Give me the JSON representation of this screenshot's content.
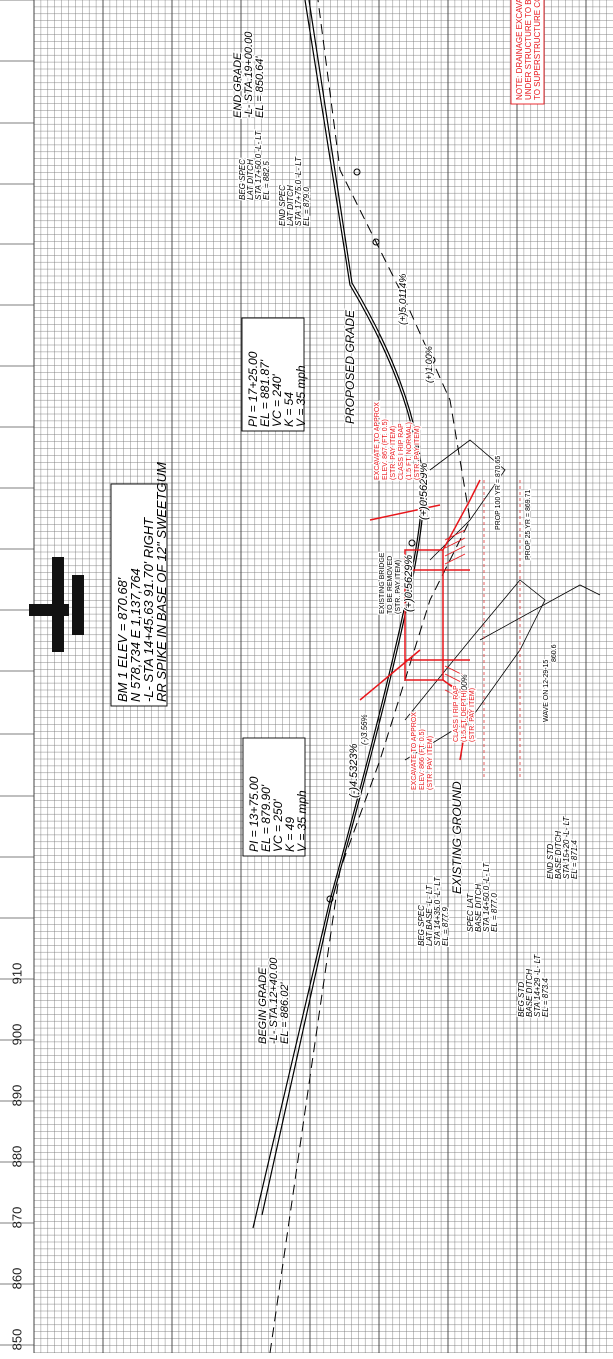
{
  "elevation_labels": [
    "850",
    "860",
    "870",
    "880",
    "890",
    "900",
    "910"
  ],
  "grade_notes": {
    "begin_grade": [
      "BEGIN GRADE",
      "-L- STA.12+40.00",
      "EL = 886.02'"
    ],
    "end_grade": [
      "END GRADE",
      "-L- STA.19+00.00",
      "EL = 850.64'"
    ]
  },
  "vertical_curves": {
    "pi_1": [
      "PI = 13+75.00",
      "EL = 879.90'",
      "VC = 250'",
      "K = 49",
      "V = 35 mph"
    ],
    "pi_2": [
      "PI = 17+25.00",
      "EL = 881.87'",
      "VC = 240'",
      "K = 54",
      "V = 35 mph"
    ]
  },
  "benchmark": [
    "BM 1  ELEV = 870.68'",
    "N 578,734  E 1,137,764",
    "-L- STA 14+45.63  91.70' RIGHT",
    "RR SPIKE IN BASE OF 12\" SWEETGUM"
  ],
  "grade_labels": {
    "proposed_grade": "PROPOSED GRADE",
    "existing_ground": "EXISTING GROUND",
    "grade_1": "(-)4.5323%",
    "grade_2": "(+)0.5629%",
    "grade_3": "(+)0.5629%",
    "grade_4": "(+)5.0114%",
    "grade_5": "(+)1.00%",
    "grade_6": "(-)3.56%",
    "grade_7": "(-)2.00%"
  },
  "existing_bridge": [
    "EXISTING BRIDGE",
    "TO BE REMOVED",
    "(STR. PAY ITEM)"
  ],
  "ditch_notes": {
    "d1": [
      "BEG STD",
      "BASE DITCH",
      "STA 14+29 -L- LT",
      "EL = 873.4"
    ],
    "d2": [
      "SPEC LAT",
      "BASE DITCH",
      "STA 14+50.0 -L- LT",
      "EL = 877.0"
    ],
    "d3": [
      "BEG SPEC",
      "LAT BASE -L- LT",
      "STA 14+35.0 -L- LT",
      "EL = 877.9"
    ],
    "d4": [
      "END STD",
      "BASE DITCH",
      "STA 15+20 -L- LT",
      "EL = 871.4"
    ],
    "d5": [
      "BEG SPEC",
      "LAT DITCH",
      "STA 17+50.0 -L- LT",
      "EL = 882.5"
    ],
    "d6": [
      "END SPEC",
      "LAT DITCH",
      "STA 17+75.0 -L- LT",
      "EL = 879.0"
    ]
  },
  "red_notes": {
    "excavate_left": [
      "EXCAVATE TO APPROX",
      "ELEV. 866 (FT. 0.5)",
      "(STR. PAY ITEM)"
    ],
    "class_riprap": [
      "CLASS I RIP RAP",
      "(1.5 FT. DEPTH)",
      "(STR. PAY ITEM)"
    ],
    "excavate_right": [
      "EXCAVATE TO APPROX",
      "ELEV. 867 (FT. 0.5)",
      "(STR. PAY ITEM)",
      "CLASS I RIP RAP",
      "(1.5 FT. NORMAL)",
      "(STR. PAY ITEM)"
    ]
  },
  "hw_labels": {
    "prop_100yr": "PROP 100 YR = 870.65",
    "prop_25yr": "PROP 25 YR = 869.71",
    "wave": "WAVE ON 12-29-15",
    "wave_el": "860.6"
  },
  "drainage_note": [
    "NOTE: DRAINAGE EXCAVATION (STR PAY ITEM)",
    "UNDER STRUCTURE TO BE PERFORMED PRIOR",
    "TO SUPERSTRUCTURE CONSTRUCTION."
  ],
  "colors": {
    "grid": "#7a7a7a",
    "line": "#000000",
    "accent": "#e8161b"
  }
}
